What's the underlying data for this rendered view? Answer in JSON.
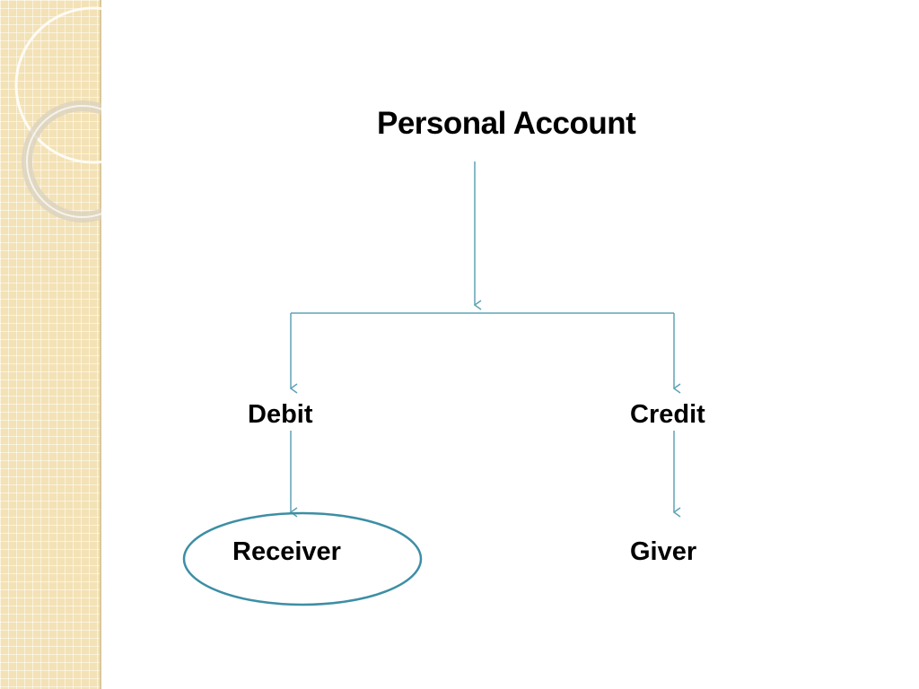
{
  "diagram": {
    "root": "Personal Account",
    "left_branch": "Debit",
    "right_branch": "Credit",
    "left_leaf": "Receiver",
    "right_leaf": "Giver"
  },
  "colors": {
    "connector": "#5fa3b6",
    "highlight_ellipse": "#3d8ea5",
    "side_strip": "#f3e2b6",
    "text": "#000000"
  }
}
